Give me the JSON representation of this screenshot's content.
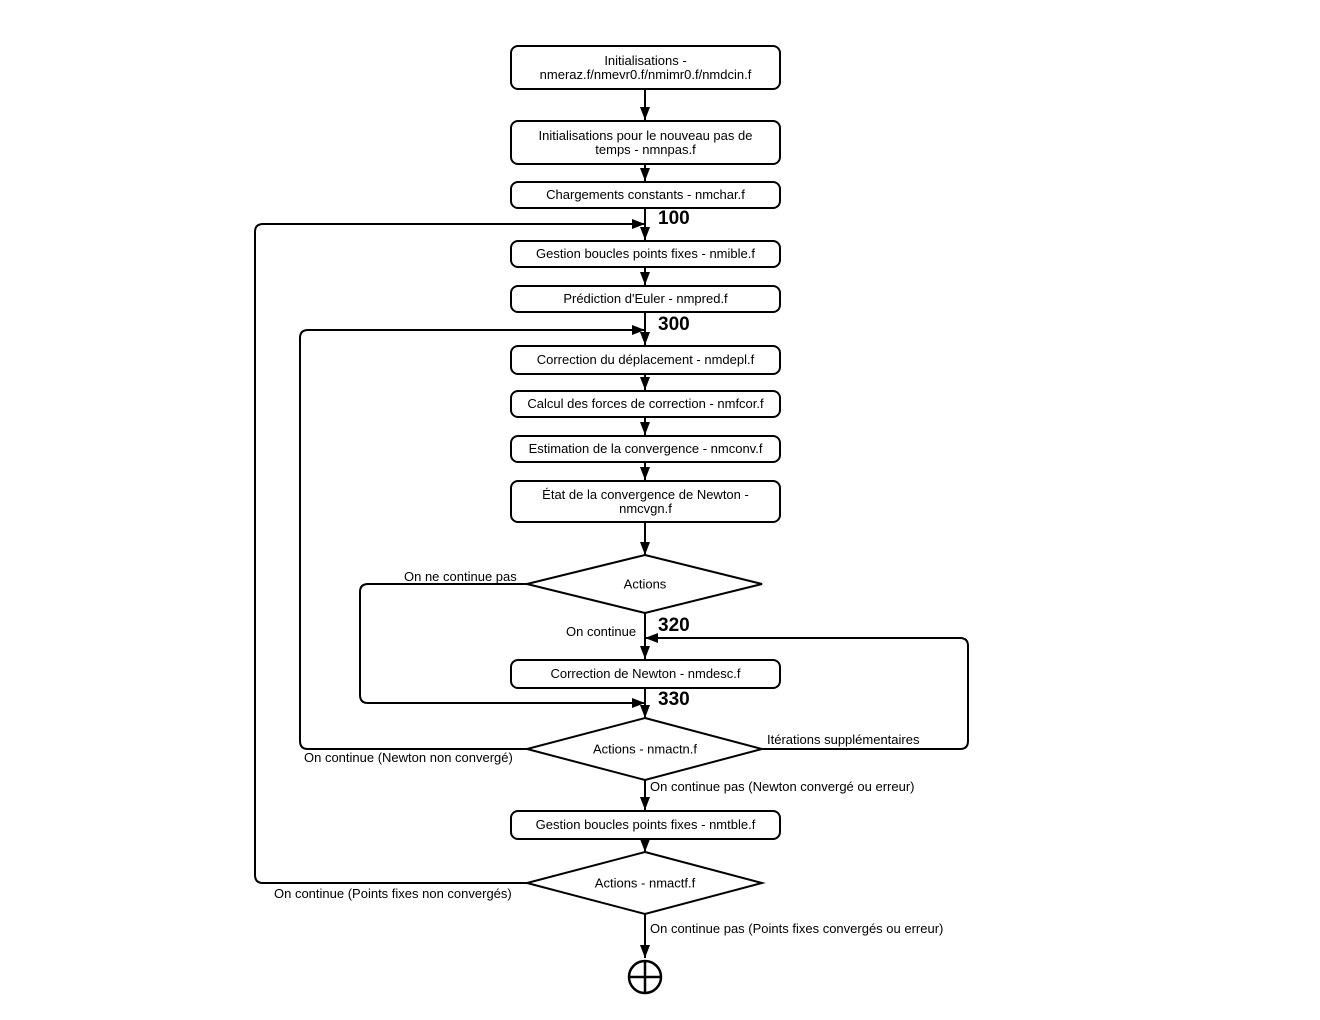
{
  "flowchart": {
    "colors": {
      "line": "#000000",
      "box_fill": "#ffffff",
      "text": "#000000"
    },
    "boxes": [
      {
        "label": "Initialisations - nmeraz.f/nmevr0.f/nmimr0.f/nmdcin.f"
      },
      {
        "label": "Initialisations pour le nouveau pas de temps - nmnpas.f"
      },
      {
        "label": "Chargements constants - nmchar.f"
      },
      {
        "label": "Gestion boucles points fixes - nmible.f"
      },
      {
        "label": "Prédiction d'Euler - nmpred.f"
      },
      {
        "label": "Correction du déplacement - nmdepl.f"
      },
      {
        "label": "Calcul des forces de correction - nmfcor.f"
      },
      {
        "label": "Estimation de la convergence - nmconv.f"
      },
      {
        "label": "État de la convergence de Newton - nmcvgn.f"
      },
      {
        "label": "Correction de Newton - nmdesc.f"
      },
      {
        "label": "Gestion boucles points fixes - nmtble.f"
      }
    ],
    "decisions": [
      {
        "label": "Actions"
      },
      {
        "label": "Actions - nmactn.f"
      },
      {
        "label": "Actions - nmactf.f"
      }
    ],
    "jump_labels": [
      {
        "text": "100"
      },
      {
        "text": "300"
      },
      {
        "text": "320"
      },
      {
        "text": "330"
      }
    ],
    "branch_labels": [
      {
        "text": "On ne continue pas"
      },
      {
        "text": "On continue"
      },
      {
        "text": "Itérations supplémentaires"
      },
      {
        "text": "On continue (Newton non convergé)"
      },
      {
        "text": "On continue pas (Newton convergé ou erreur)"
      },
      {
        "text": "On continue (Points fixes non convergés)"
      },
      {
        "text": "On continue pas (Points fixes convergés ou erreur)"
      }
    ],
    "terminator": {
      "icon": "circle-plus-end"
    }
  }
}
